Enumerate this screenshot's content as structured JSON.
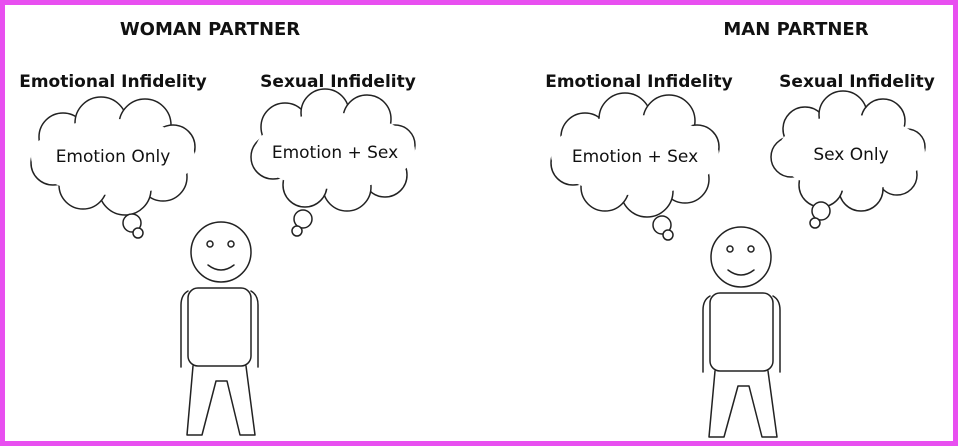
{
  "woman_section": {
    "title": "WOMAN PARTNER",
    "left_label": "Emotional Infidelity",
    "left_thought": "Emotion Only",
    "right_label": "Sexual Infidelity",
    "right_thought": "Emotion + Sex"
  },
  "man_section": {
    "title": "MAN PARTNER",
    "left_label": "Emotional Infidelity",
    "left_thought": "Emotion + Sex",
    "right_label": "Sexual Infidelity",
    "right_thought": "Sex Only"
  },
  "colors": {
    "frame_border": "#e84ff0",
    "ink": "#222222"
  }
}
